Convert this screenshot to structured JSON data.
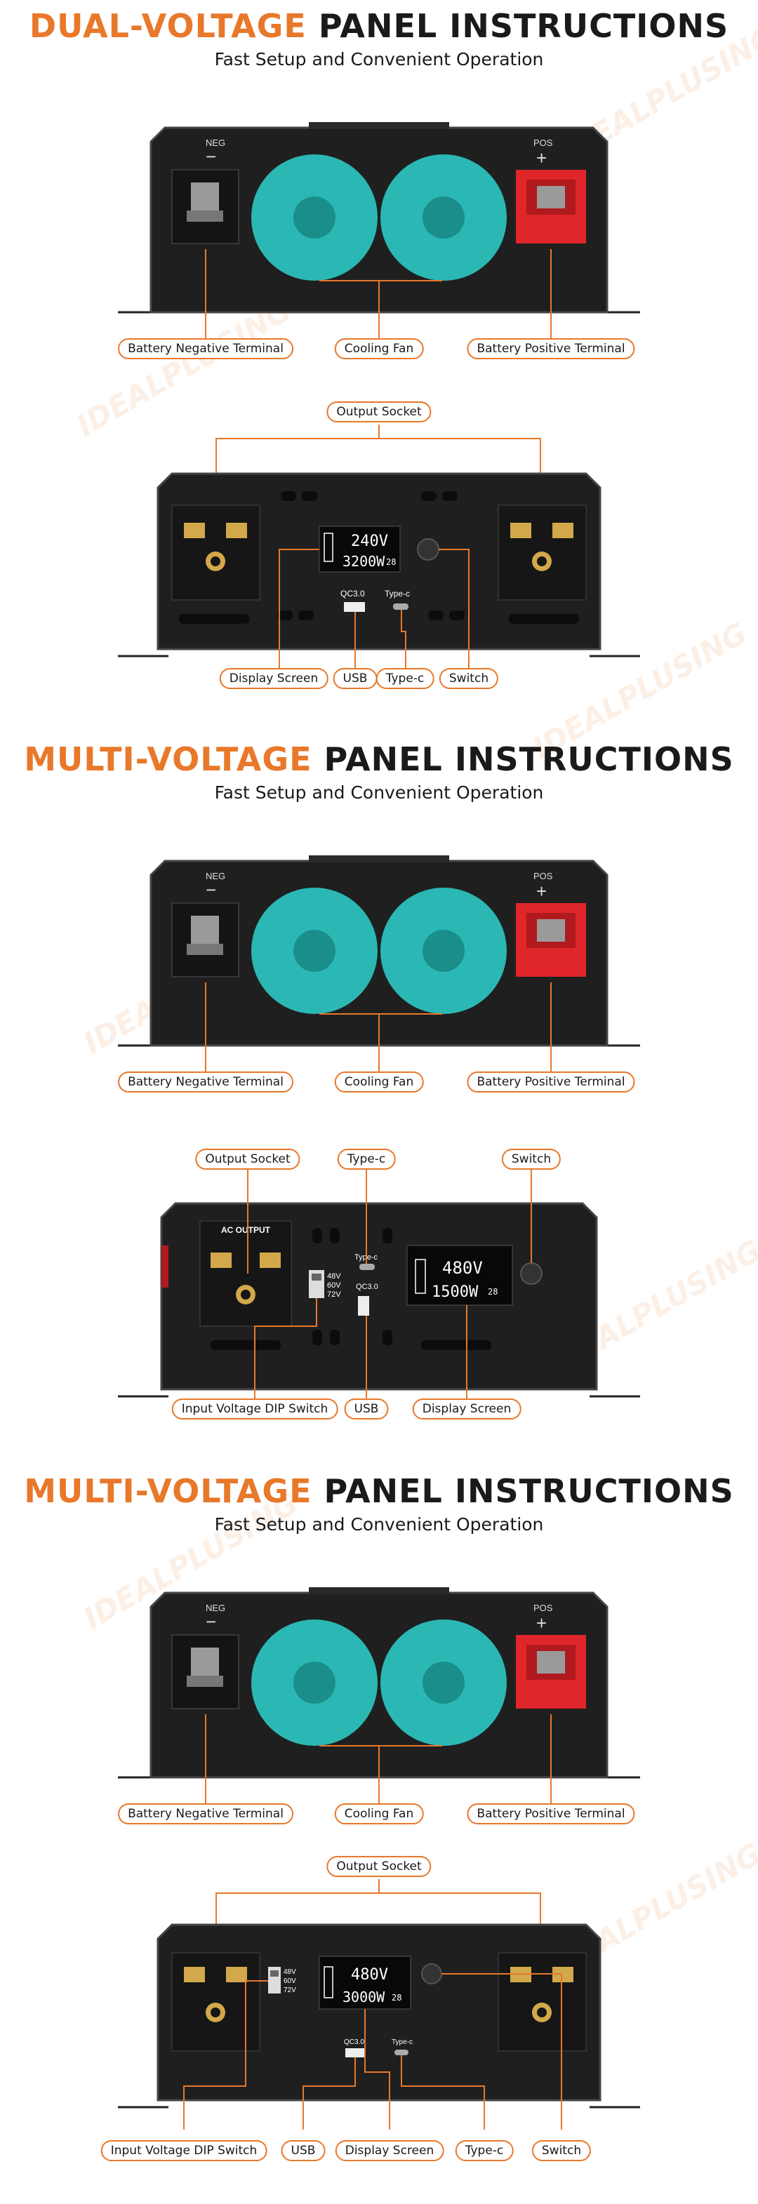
{
  "watermark": "IDEALPLUSING",
  "sections": [
    {
      "title_accent": "DUAL-VOLTAGE",
      "title_rest": "PANEL INSTRUCTIONS",
      "subtitle": "Fast Setup and Convenient Operation",
      "back": {
        "neg": "NEG",
        "pos": "POS",
        "labels": {
          "negative": "Battery Negative Terminal",
          "fan": "Cooling Fan",
          "positive": "Battery Positive Terminal"
        }
      },
      "front": {
        "screen_voltage": "240V",
        "screen_power": "3200W",
        "screen_temp": "28",
        "qc": "QC3.0",
        "typec": "Type-c",
        "labels": {
          "output": "Output Socket",
          "display": "Display Screen",
          "usb": "USB",
          "typec": "Type-c",
          "switch": "Switch"
        }
      }
    },
    {
      "title_accent": "MULTI-VOLTAGE",
      "title_rest": "PANEL INSTRUCTIONS",
      "subtitle": "Fast Setup and Convenient Operation",
      "back": {
        "neg": "NEG",
        "pos": "POS",
        "labels": {
          "negative": "Battery Negative Terminal",
          "fan": "Cooling Fan",
          "positive": "Battery Positive Terminal"
        }
      },
      "front": {
        "ac_output": "AC OUTPUT",
        "dip": [
          "48V",
          "60V",
          "72V"
        ],
        "typec_small": "Type-c",
        "qc": "QC3.0",
        "screen_voltage": "480V",
        "screen_power": "1500W",
        "screen_temp": "28",
        "labels": {
          "output": "Output Socket",
          "typec": "Type-c",
          "switch": "Switch",
          "dip": "Input Voltage DIP Switch",
          "usb": "USB",
          "display": "Display Screen"
        }
      }
    },
    {
      "title_accent": "MULTI-VOLTAGE",
      "title_rest": "PANEL INSTRUCTIONS",
      "subtitle": "Fast Setup and Convenient Operation",
      "back": {
        "neg": "NEG",
        "pos": "POS",
        "labels": {
          "negative": "Battery Negative Terminal",
          "fan": "Cooling Fan",
          "positive": "Battery Positive Terminal"
        }
      },
      "front": {
        "dip": [
          "48V",
          "60V",
          "72V"
        ],
        "screen_voltage": "480V",
        "screen_power": "3000W",
        "screen_temp": "28",
        "qc": "QC3.0",
        "typec": "Type-c",
        "labels": {
          "output": "Output Socket",
          "dip": "Input Voltage DIP Switch",
          "usb": "USB",
          "display": "Display Screen",
          "typec": "Type-c",
          "switch": "Switch"
        }
      }
    }
  ],
  "colors": {
    "accent": "#e8782a",
    "fan": "#2bb8b4",
    "terminal": "#e0262a",
    "body": "#1f1f1f"
  }
}
